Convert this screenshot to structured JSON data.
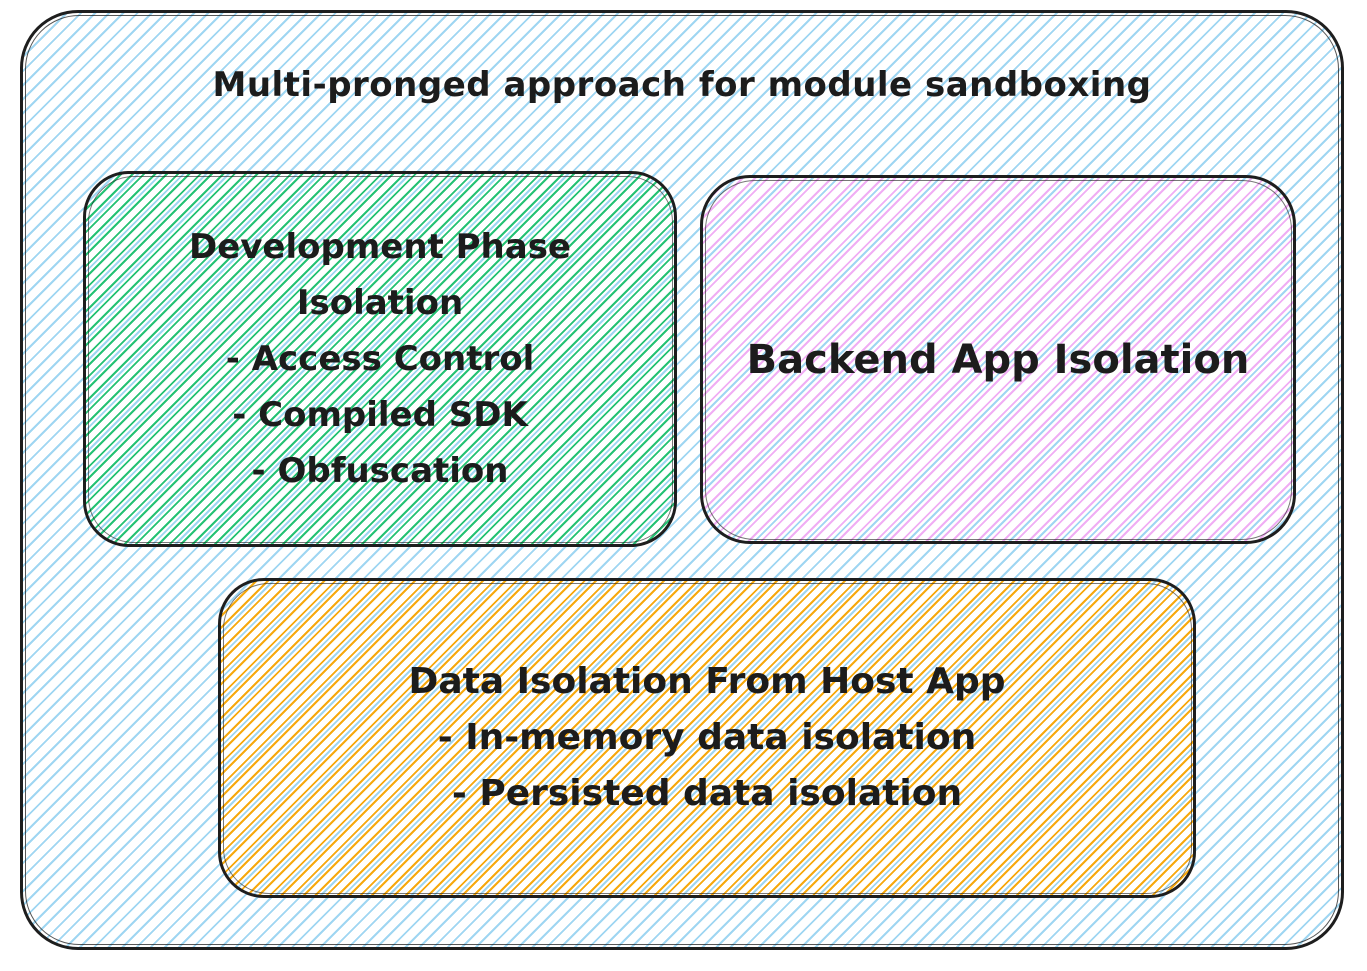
{
  "colors": {
    "stroke": "#1e1e1e",
    "text": "#1c1c1c",
    "hatch_blue": "#9fd6f2",
    "hatch_green": "#25c274",
    "hatch_pink": "#f0aef4",
    "hatch_orange": "#f7a90e"
  },
  "diagram": {
    "title": "Multi-pronged approach for module sandboxing",
    "boxes": {
      "development": {
        "lines": [
          "Development Phase",
          "Isolation",
          "- Access Control",
          "- Compiled SDK",
          "- Obfuscation"
        ]
      },
      "backend": {
        "lines": [
          "Backend App Isolation"
        ]
      },
      "data_isolation": {
        "lines": [
          "Data Isolation From Host App",
          "- In-memory data isolation",
          "- Persisted data isolation"
        ]
      }
    }
  }
}
